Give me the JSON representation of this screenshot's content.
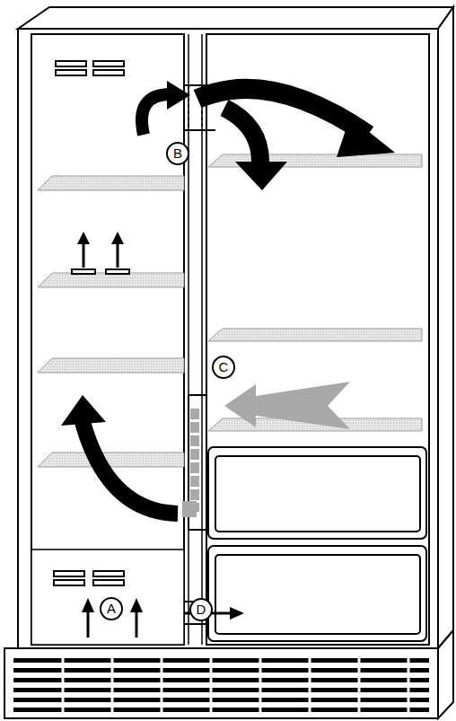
{
  "diagram": {
    "labels": [
      "B",
      "C",
      "A",
      "D"
    ]
  }
}
